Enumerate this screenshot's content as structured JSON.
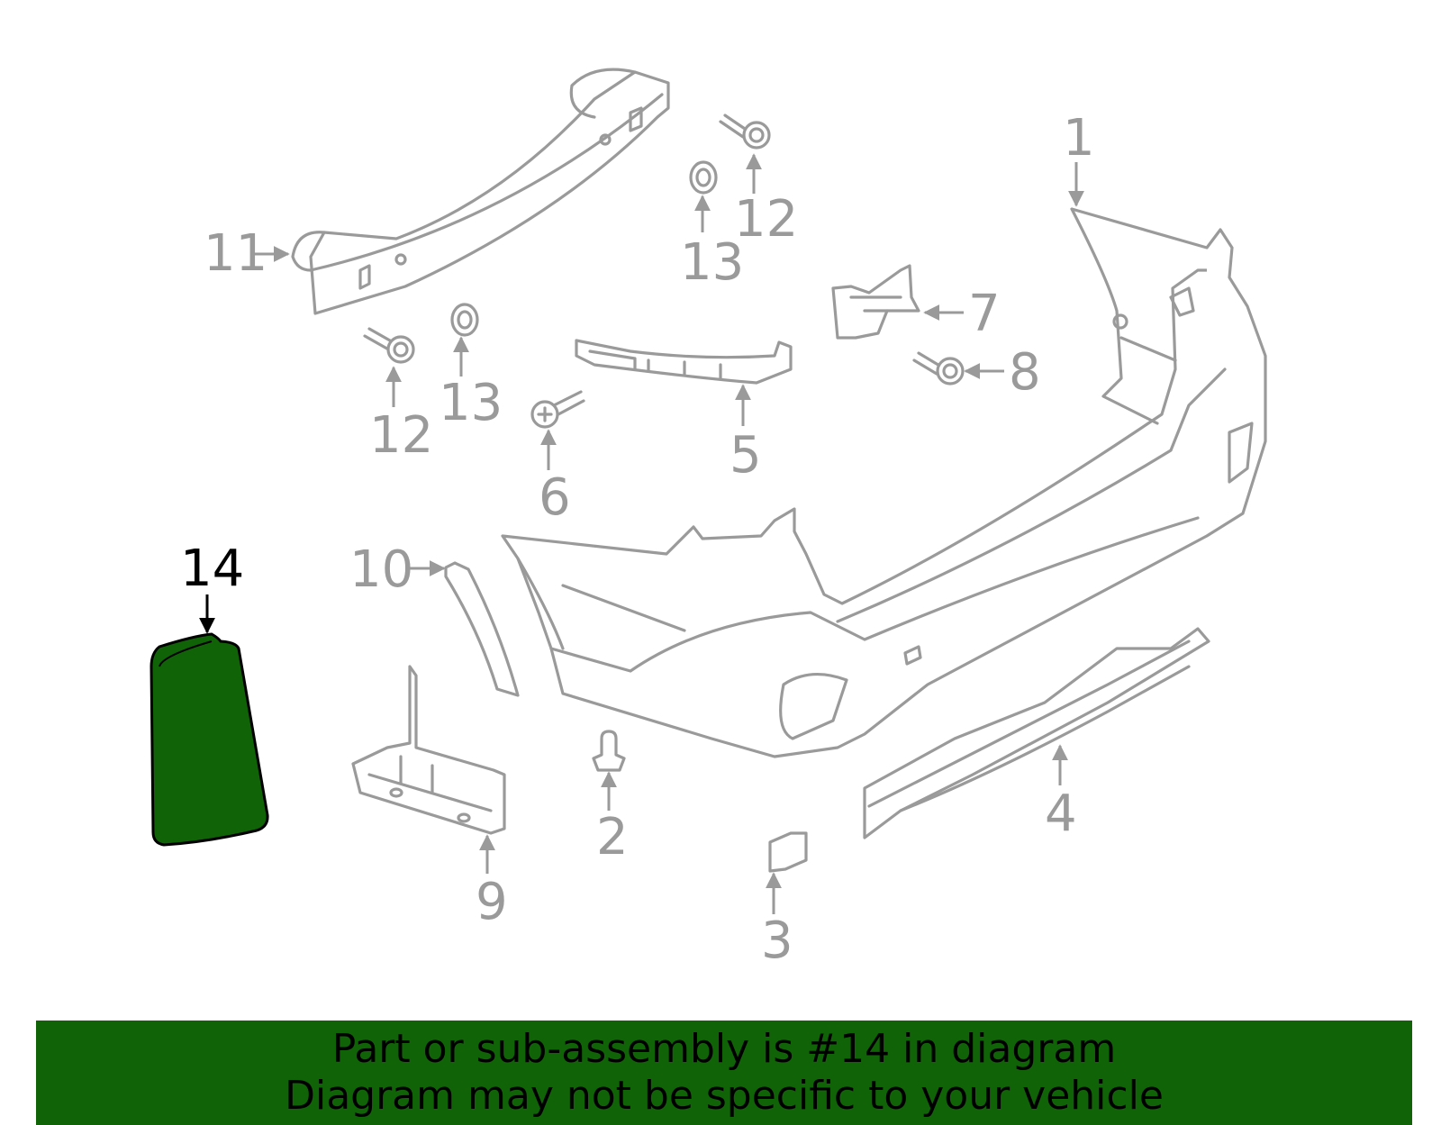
{
  "colors": {
    "highlight_fill": "#116307",
    "part_line": "#9a9a9a",
    "banner_bg": "#116307",
    "banner_text": "#000000"
  },
  "callouts": {
    "c1": "1",
    "c2": "2",
    "c3": "3",
    "c4": "4",
    "c5": "5",
    "c6": "6",
    "c7": "7",
    "c8": "8",
    "c9": "9",
    "c10": "10",
    "c11": "11",
    "c12a": "12",
    "c12b": "12",
    "c13a": "13",
    "c13b": "13",
    "c14": "14"
  },
  "highlighted_part": "14",
  "banner": {
    "line1": "Part or sub-assembly is #14 in diagram",
    "line2": "Diagram may not be specific to your vehicle"
  }
}
